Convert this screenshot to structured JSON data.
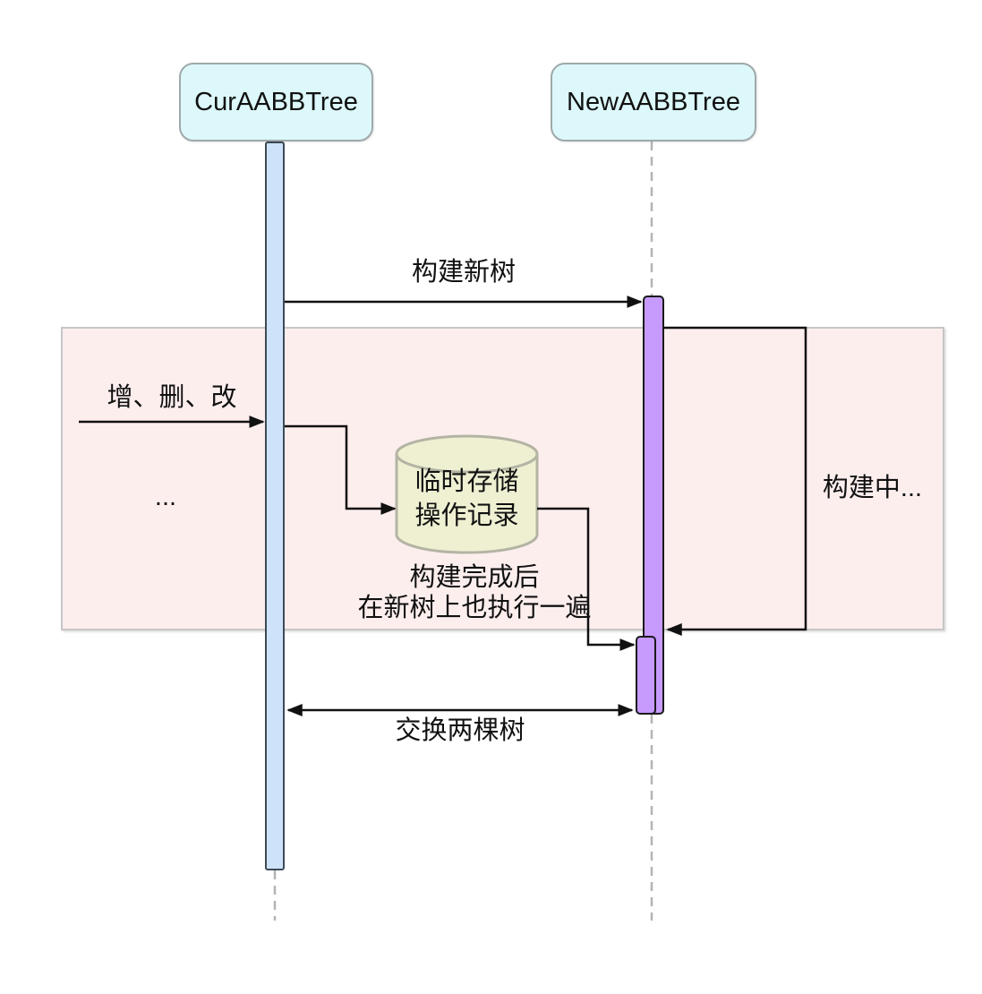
{
  "diagram": {
    "participants": [
      {
        "label": "CurAABBTree"
      },
      {
        "label": "NewAABBTree"
      }
    ],
    "messages": {
      "build_new_tree": "构建新树",
      "crud": "增、删、改",
      "ellipsis": "...",
      "swap_trees": "交换两棵树"
    },
    "datastore": {
      "line1": "临时存储",
      "line2": "操作记录"
    },
    "caption": {
      "line1": "构建完成后",
      "line2": "在新树上也执行一遍"
    },
    "building_note": "构建中...",
    "colors": {
      "participant_fill": "#dcf8fa",
      "participant_border": "#9fa9aa",
      "cur_activation_fill": "#cee3fa",
      "cur_activation_border": "#3d4a57",
      "new_activation_fill": "#c79afd",
      "new_activation_border": "#1a1a1a",
      "region_fill": "#fdeeee",
      "region_border": "#c6c6c6",
      "datastore_fill": "#efefd2",
      "datastore_border": "#b4b4a4",
      "lifeline": "#b4b4b4",
      "arrow": "#111111",
      "text": "#111111"
    }
  }
}
